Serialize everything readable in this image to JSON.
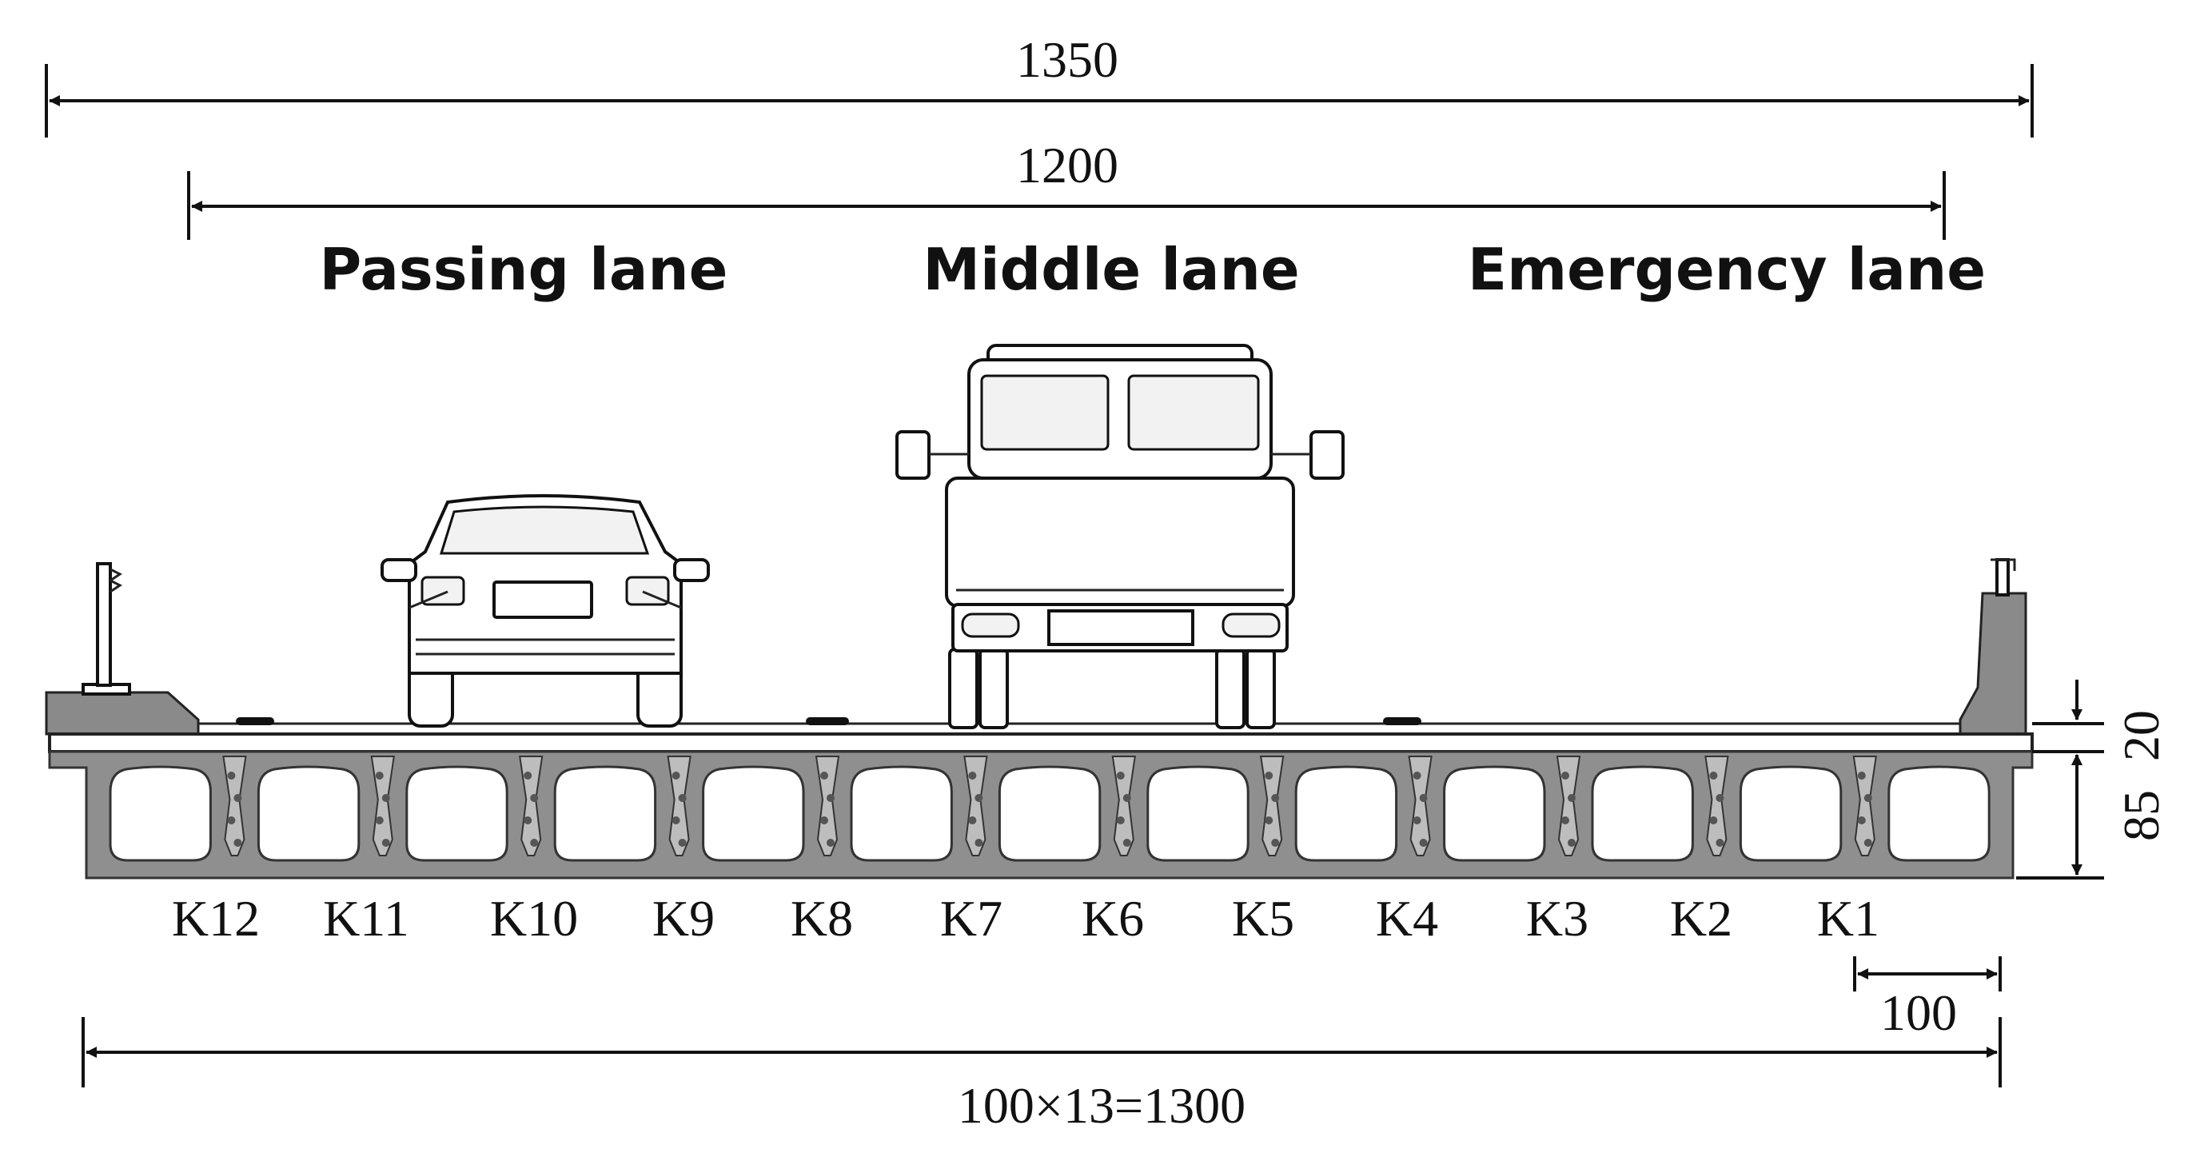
{
  "dimensions": {
    "overall_width": "1350",
    "carriageway_width": "1200",
    "girder_spacing": "100",
    "total_girders": "100×13=1300",
    "pavement_thickness": "20",
    "girder_height": "85"
  },
  "lanes": [
    {
      "label": "Passing lane"
    },
    {
      "label": "Middle lane"
    },
    {
      "label": "Emergency lane"
    }
  ],
  "joints": [
    "K12",
    "K11",
    "K10",
    "K9",
    "K8",
    "K7",
    "K6",
    "K5",
    "K4",
    "K3",
    "K2",
    "K1"
  ],
  "colors": {
    "girder_fill": "#8f8f8f",
    "line": "#111111"
  }
}
